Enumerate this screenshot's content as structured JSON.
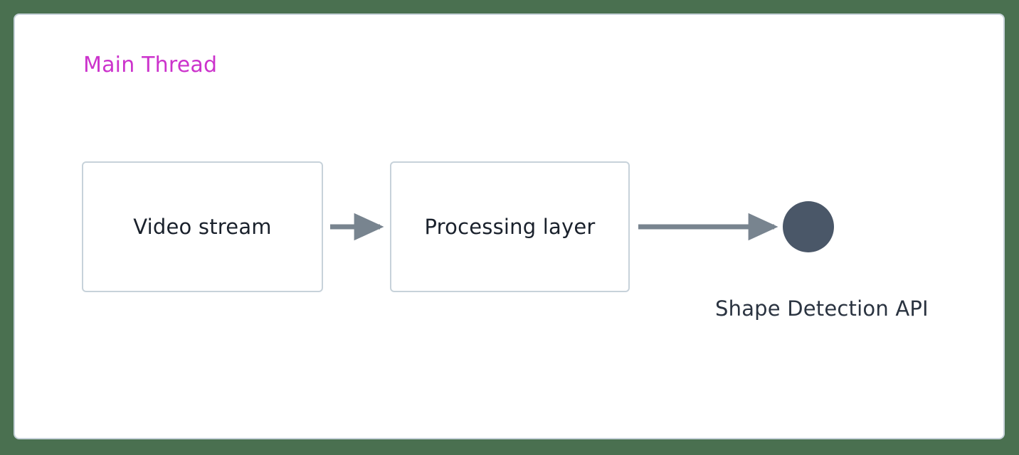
{
  "diagram": {
    "type": "flowchart",
    "background_color": "#4a7050",
    "panel": {
      "background_color": "#ffffff",
      "border_color": "#c7d2da"
    },
    "cluster": {
      "title": "Main Thread",
      "title_color": "#cc33cc"
    },
    "nodes": [
      {
        "id": "video-stream",
        "label": "Video stream",
        "shape": "rounded-rectangle",
        "fill": "#ffffff",
        "border_color": "#c7d2da",
        "text_color": "#1a212c"
      },
      {
        "id": "processing-layer",
        "label": "Processing layer",
        "shape": "rounded-rectangle",
        "fill": "#ffffff",
        "border_color": "#c7d2da",
        "text_color": "#1a212c"
      },
      {
        "id": "shape-detection-api",
        "label": "Shape Detection API",
        "shape": "circle",
        "fill": "#4a5768",
        "text_color": "#2a3340"
      }
    ],
    "edges": [
      {
        "id": "edge-video-to-processing",
        "from": "video-stream",
        "to": "processing-layer",
        "label": "",
        "color": "#78848f",
        "direction": "right"
      },
      {
        "id": "edge-processing-to-api",
        "from": "processing-layer",
        "to": "shape-detection-api",
        "label": "",
        "color": "#78848f",
        "direction": "right"
      }
    ]
  }
}
